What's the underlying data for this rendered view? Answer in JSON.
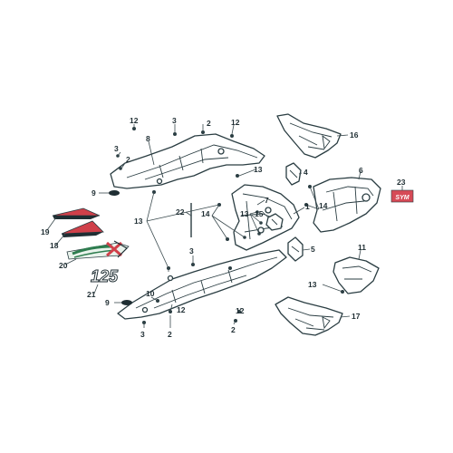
{
  "colors": {
    "line": "#2a3d42",
    "decal_red": "#d0404a",
    "decal_green": "#2e7d4f",
    "badge_red": "#d64a56"
  },
  "decals": {
    "model_number_text": "125",
    "badge_text": "SYM"
  },
  "callouts": [
    "1",
    "2",
    "3",
    "4",
    "5",
    "6",
    "7",
    "8",
    "9",
    "10",
    "11",
    "12",
    "13",
    "14",
    "15",
    "16",
    "17",
    "18",
    "19",
    "20",
    "21",
    "22",
    "23"
  ]
}
